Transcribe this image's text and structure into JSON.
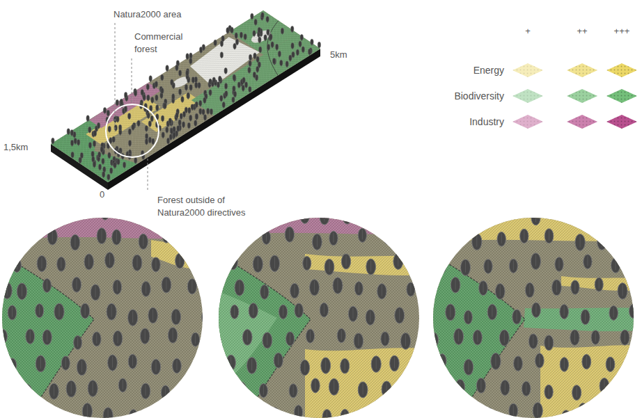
{
  "diagram": {
    "labels": [
      "Natura2000 area",
      "Commercial forest",
      "5km",
      "1,5km",
      "0",
      "Forest outside of Natura2000 directives",
      "+",
      "++",
      "+++"
    ],
    "legend": [
      {
        "text": "Energy",
        "color": "#ecd867"
      },
      {
        "text": "Biodiversity",
        "color": "#74bf7a"
      },
      {
        "text": "Industry",
        "color": "#b9508f"
      }
    ]
  }
}
